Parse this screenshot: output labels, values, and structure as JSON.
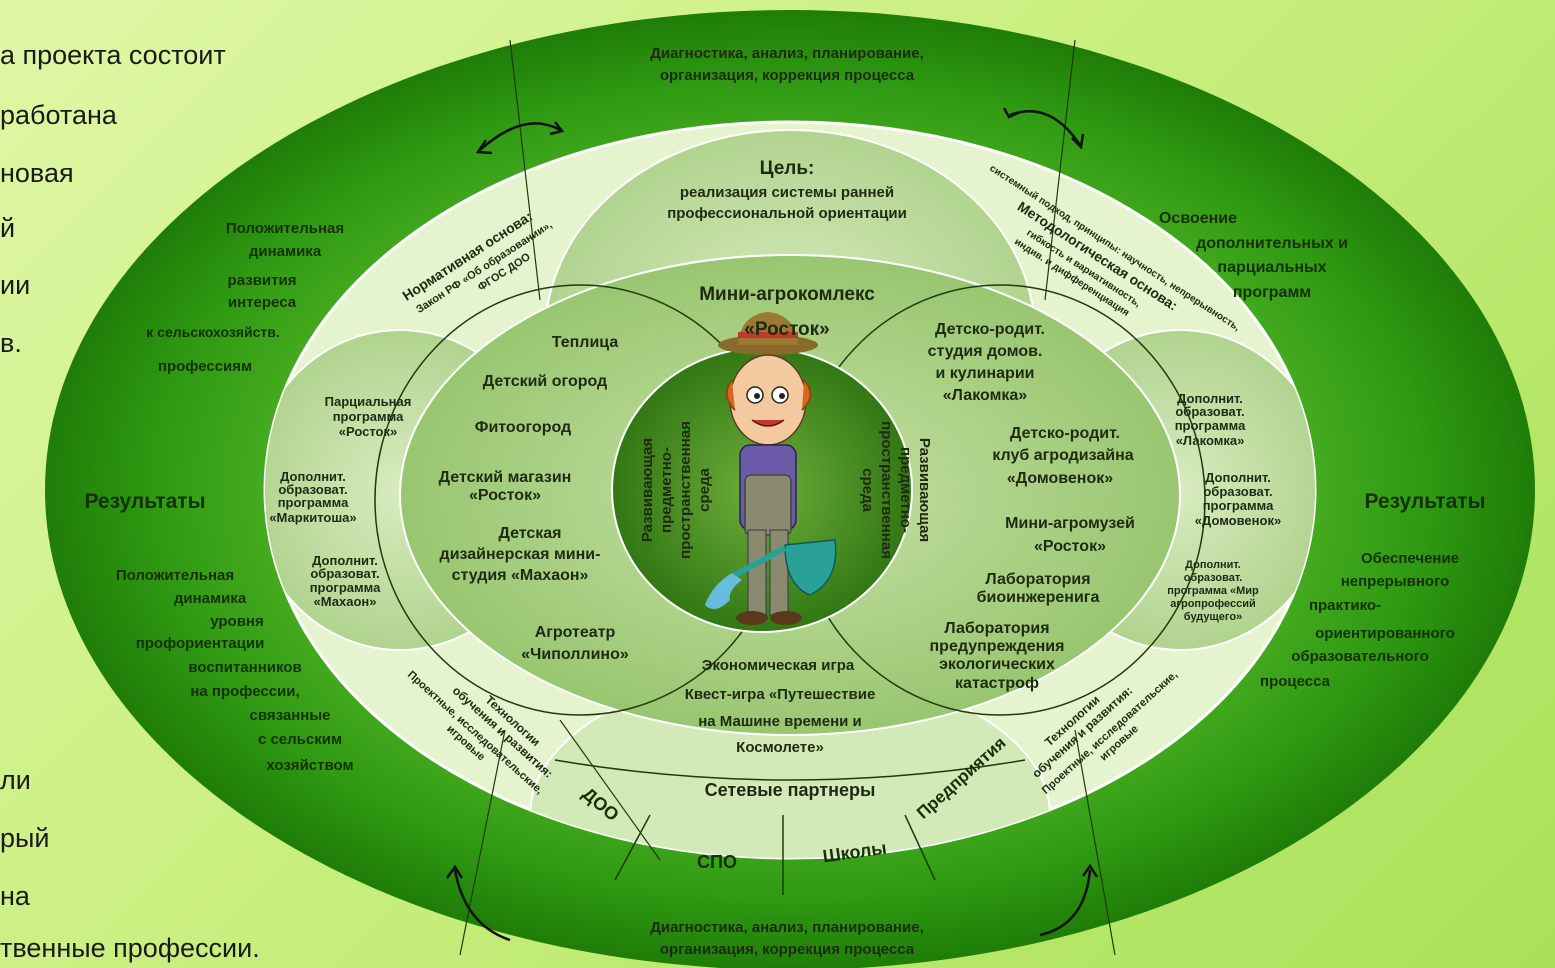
{
  "background_text": {
    "line1": "а проекта состоит",
    "line2": "работана",
    "line3": "новая",
    "line4": "й",
    "line5": "ии",
    "line6": "в.",
    "line7": "ли",
    "line8": "рый",
    "line9": "на",
    "line10": "твенные профессии."
  },
  "top_banner": {
    "line1": "Диагностика, анализ, планирование,",
    "line2": "организация, коррекция процесса"
  },
  "bottom_banner": {
    "line1": "Диагностика, анализ, планирование,",
    "line2": "организация, коррекция процесса"
  },
  "goal": {
    "title": "Цель:",
    "line1": "реализация системы ранней",
    "line2": "профессиональной ориентации"
  },
  "normative": {
    "title": "Нормативная основа:",
    "line1": "Закон РФ «Об образовании»,",
    "line2": "ФГОС ДОО"
  },
  "methodological": {
    "title": "Методологическая основа:",
    "line1": "системный подход, принципы: научность, непрерывность,",
    "line2": "гибкость и вариативность,",
    "line3": "индив. и дифференциация"
  },
  "left_results": {
    "top": [
      "Положительная",
      "динамика",
      "развития",
      "интереса",
      "к сельскохозяйств.",
      "профессиям"
    ],
    "title": "Результаты",
    "bottom": [
      "Положительная",
      "динамика",
      "уровня",
      "профориентации",
      "воспитанников",
      "на профессии,",
      "связанные",
      "с сельским",
      "хозяйством"
    ]
  },
  "right_results": {
    "top": [
      "Освоение",
      "дополнительных и",
      "парциальных",
      "программ"
    ],
    "title": "Результаты",
    "bottom": [
      "Обеспечение",
      "непрерывного",
      "практико-",
      "ориентированного",
      "образовательного",
      "процесса"
    ]
  },
  "left_programs": {
    "p1": [
      "Парциальная",
      "программа",
      "«Росток»"
    ],
    "p2": [
      "Дополнит.",
      "образоват.",
      "программа",
      "«Маркитоша»"
    ],
    "p3": [
      "Дополнит.",
      "образоват.",
      "программа",
      "«Махаон»"
    ]
  },
  "right_programs": {
    "p1": [
      "Дополнит.",
      "образоват.",
      "программа",
      "«Лакомка»"
    ],
    "p2": [
      "Дополнит.",
      "образоват.",
      "программа",
      "«Домовенок»"
    ],
    "p3": [
      "Дополнит.",
      "образоват.",
      "программа «Мир",
      "агропрофессий",
      "будущего»"
    ]
  },
  "complex": {
    "title": "Мини-агрокомлекс",
    "name": "«Росток»"
  },
  "left_items": {
    "i1": "Теплица",
    "i2": "Детский огород",
    "i3": "Фитоогород",
    "i4a": "Детский магазин",
    "i4b": "«Росток»",
    "i5a": "Детская",
    "i5b": "дизайнерская мини-",
    "i5c": "студия «Махаон»",
    "i6a": "Агротеатр",
    "i6b": "«Чиполлино»"
  },
  "right_items": {
    "i1": [
      "Детско-родит.",
      "студия домов.",
      "и кулинарии",
      "«Лакомка»"
    ],
    "i2": [
      "Детско-родит.",
      "клуб агродизайна",
      "«Домовенок»"
    ],
    "i3": [
      "Мини-агромузей",
      "«Росток»"
    ],
    "i4": [
      "Лаборатория",
      "биоинжеренига"
    ],
    "i5": [
      "Лаборатория",
      "предупреждения",
      "экологических",
      "катастроф"
    ]
  },
  "center": {
    "left_vertical": [
      "Развивающая",
      "предметно-",
      "пространственная",
      "среда"
    ],
    "right_vertical": [
      "Развивающая",
      "предметно-",
      "пространственная",
      "среда"
    ]
  },
  "bottom_items": {
    "game1": "Экономическая игра",
    "game2a": "Квест-игра «Путешествие",
    "game2b": "на Машине времени и",
    "game2c": "Космолете»",
    "partners": "Сетевые партнеры",
    "doo": "ДОО",
    "spo": "СПО",
    "schools": "Школы",
    "enterprises": "Предприятия"
  },
  "tech_left": {
    "title1": "Технологии",
    "title2": "обучения и развития:",
    "line1": "Проектные, исследовательские,",
    "line2": "игровые"
  },
  "tech_right": {
    "title1": "Технологии",
    "title2": "обучения и развития:",
    "line1": "Проектные, исследовательские,",
    "line2": "игровые"
  },
  "colors": {
    "outer_ring": "#2f9a12",
    "band": "#e6f3cf",
    "inner_light": "#b9d99a",
    "center": "#3a8218"
  }
}
